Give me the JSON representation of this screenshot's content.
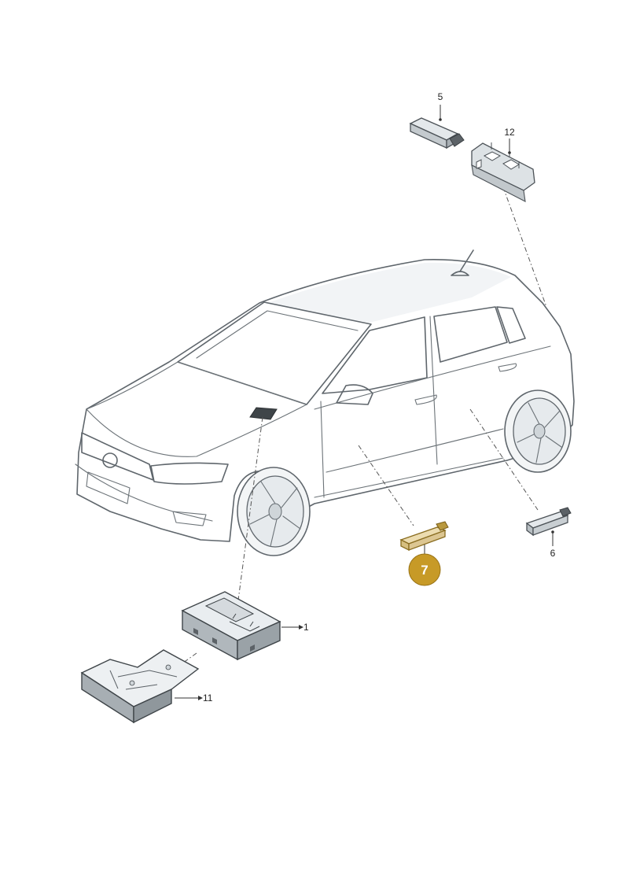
{
  "diagram": {
    "callouts": [
      {
        "id": "part-1",
        "label": "1"
      },
      {
        "id": "part-5",
        "label": "5"
      },
      {
        "id": "part-6",
        "label": "6"
      },
      {
        "id": "part-7",
        "label": "7",
        "highlighted": true
      },
      {
        "id": "part-11",
        "label": "11"
      },
      {
        "id": "part-12",
        "label": "12"
      }
    ],
    "colors": {
      "body_fill": "#e6eaed",
      "body_outline": "#5f666c",
      "glass": "#a9b0b5",
      "highlight_badge": "#c79a27",
      "highlight_part": "#dcc692"
    }
  }
}
